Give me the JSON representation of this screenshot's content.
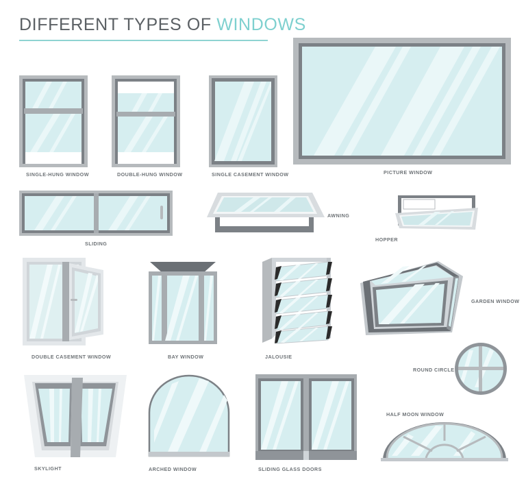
{
  "header": {
    "title_main": "DIFFERENT TYPES OF ",
    "title_accent": "WINDOWS",
    "title_full": "DIFFERENT TYPES OF WINDOWS"
  },
  "colors": {
    "accent_teal": "#8ed3d1",
    "title_gray": "#5b6064",
    "label_gray": "#6d7276",
    "glass_light": "#dff0f1",
    "glass_mid": "#cfe8ea",
    "glass_deep": "#c3e2e5",
    "highlight": "#eef8f9",
    "frame_light": "#d8dcdf",
    "frame_mid": "#a7acb0",
    "frame_dark": "#7c8186",
    "frame_darker": "#6b7075",
    "white": "#ffffff",
    "background": "#ffffff"
  },
  "figures": [
    {
      "id": "single-hung",
      "label": "SINGLE-HUNG WINDOW"
    },
    {
      "id": "double-hung",
      "label": "DOUBLE-HUNG WINDOW"
    },
    {
      "id": "single-casement",
      "label": "SINGLE CASEMENT WINDOW"
    },
    {
      "id": "picture",
      "label": "PICTURE WINDOW"
    },
    {
      "id": "sliding",
      "label": "SLIDING"
    },
    {
      "id": "awning",
      "label": "AWNING"
    },
    {
      "id": "hopper",
      "label": "HOPPER"
    },
    {
      "id": "double-casement",
      "label": "DOUBLE CASEMENT WINDOW"
    },
    {
      "id": "bay",
      "label": "BAY WINDOW"
    },
    {
      "id": "jalousie",
      "label": "JALOUSIE"
    },
    {
      "id": "garden",
      "label": "GARDEN WINDOW"
    },
    {
      "id": "round-circle",
      "label": "ROUND CIRCLE"
    },
    {
      "id": "half-moon",
      "label": "HALF MOON WINDOW"
    },
    {
      "id": "skylight",
      "label": "SKYLIGHT"
    },
    {
      "id": "arched",
      "label": "ARCHED WINDOW"
    },
    {
      "id": "sliding-glass-doors",
      "label": "SLIDING GLASS DOORS"
    }
  ]
}
